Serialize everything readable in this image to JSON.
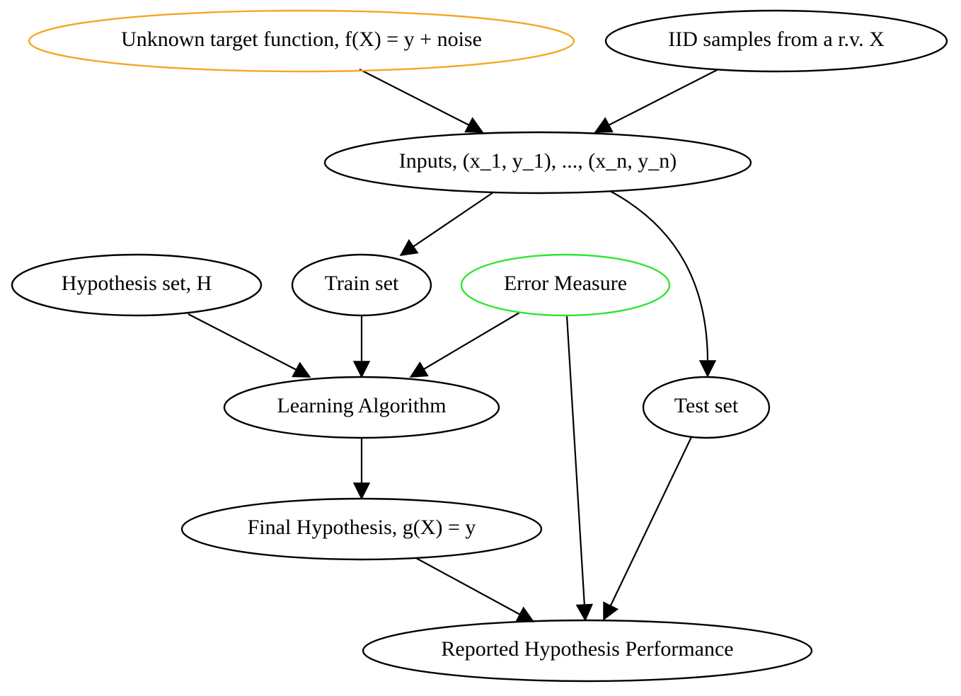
{
  "diagram": {
    "colors": {
      "default_stroke": "#000000",
      "highlight_orange": "#f5a623",
      "highlight_green": "#2ee62e",
      "background": "#ffffff"
    },
    "nodes": [
      {
        "id": "target",
        "label": "Unknown target function, f(X) = y + noise",
        "color": "#f5a623"
      },
      {
        "id": "iid",
        "label": "IID samples from a r.v. X",
        "color": "#000000"
      },
      {
        "id": "inputs",
        "label": "Inputs, (x_1, y_1), ..., (x_n, y_n)",
        "color": "#000000"
      },
      {
        "id": "hypset",
        "label": "Hypothesis set, H",
        "color": "#000000"
      },
      {
        "id": "train",
        "label": "Train set",
        "color": "#000000"
      },
      {
        "id": "error",
        "label": "Error Measure",
        "color": "#2ee62e"
      },
      {
        "id": "learn",
        "label": "Learning Algorithm",
        "color": "#000000"
      },
      {
        "id": "test",
        "label": "Test set",
        "color": "#000000"
      },
      {
        "id": "final",
        "label": "Final Hypothesis, g(X) = y",
        "color": "#000000"
      },
      {
        "id": "report",
        "label": "Reported Hypothesis Performance",
        "color": "#000000"
      }
    ],
    "edges": [
      {
        "from": "target",
        "to": "inputs"
      },
      {
        "from": "iid",
        "to": "inputs"
      },
      {
        "from": "inputs",
        "to": "train"
      },
      {
        "from": "inputs",
        "to": "test"
      },
      {
        "from": "hypset",
        "to": "learn"
      },
      {
        "from": "train",
        "to": "learn"
      },
      {
        "from": "error",
        "to": "learn"
      },
      {
        "from": "error",
        "to": "report"
      },
      {
        "from": "learn",
        "to": "final"
      },
      {
        "from": "final",
        "to": "report"
      },
      {
        "from": "test",
        "to": "report"
      }
    ]
  }
}
